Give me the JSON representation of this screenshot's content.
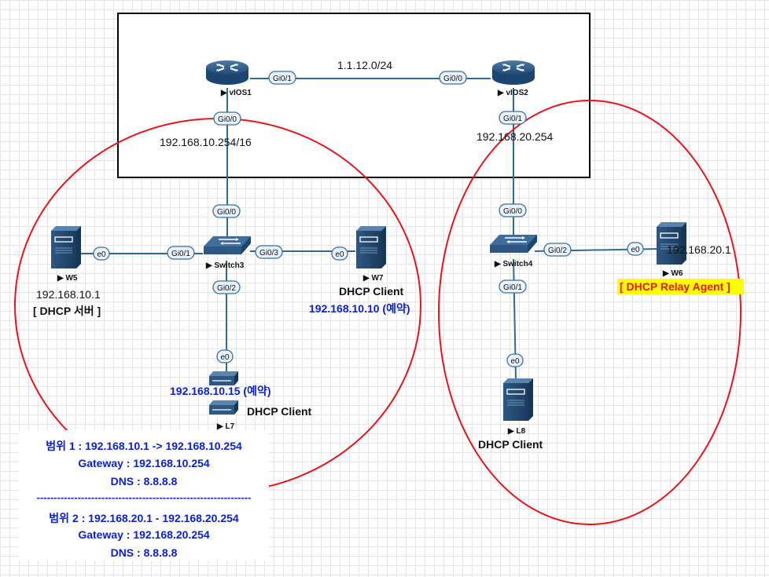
{
  "devices": {
    "vios1": "vIOS1",
    "vios2": "vIOS2",
    "switch3": "Switch3",
    "switch4": "Switch4",
    "w5": "W5",
    "w7": "W7",
    "l7": "L7",
    "w6": "W6",
    "l8": "L8"
  },
  "ports": {
    "vios1_gi01": "Gi0/1",
    "vios1_gi00": "Gi0/0",
    "vios2_gi00": "Gi0/0",
    "vios2_gi01": "Gi0/1",
    "sw3_gi00": "Gi0/0",
    "sw3_gi01": "Gi0/1",
    "sw3_gi03": "Gi0/3",
    "sw3_gi02": "Gi0/2",
    "w5_e0": "e0",
    "w7_e0": "e0",
    "l7_e0": "e0",
    "sw4_gi00": "Gi0/0",
    "sw4_gi02": "Gi0/2",
    "sw4_gi01": "Gi0/1",
    "w6_e0": "e0",
    "l8_e0": "e0"
  },
  "labels": {
    "link_subnet": "1.1.12.0/24",
    "vios1_ip": "192.168.10.254/16",
    "vios2_ip": "192.168.20.254",
    "w5_ip": "192.168.10.1",
    "w5_role": "[ DHCP 서버 ]",
    "w7_role": "DHCP Client",
    "w7_ip": "192.168.10.10 (예약)",
    "l7_ip": "192.168.10.15 (예약)",
    "l7_role": "DHCP Client",
    "w6_ip": "192.168.20.1",
    "w6_role": "[ DHCP Relay Agent ]",
    "l8_role": "DHCP Client"
  },
  "scopes": {
    "scope1_range": "범위 1 : 192.168.10.1 -> 192.168.10.254",
    "scope1_gateway": "Gateway : 192.168.10.254",
    "scope1_dns": "DNS : 8.8.8.8",
    "separator": "---------------------------------------------------------------",
    "scope2_range": "범위 2 : 192.168.20.1 - 192.168.20.254",
    "scope2_gateway": "Gateway : 192.168.20.254",
    "scope2_dns": "DNS : 8.8.8.8"
  },
  "colors": {
    "ellipse": "#e8141b",
    "link": "#2f6b93",
    "highlight": "#ffff00",
    "relay_text": "#e8141b",
    "info_text": "#0d21c8"
  }
}
